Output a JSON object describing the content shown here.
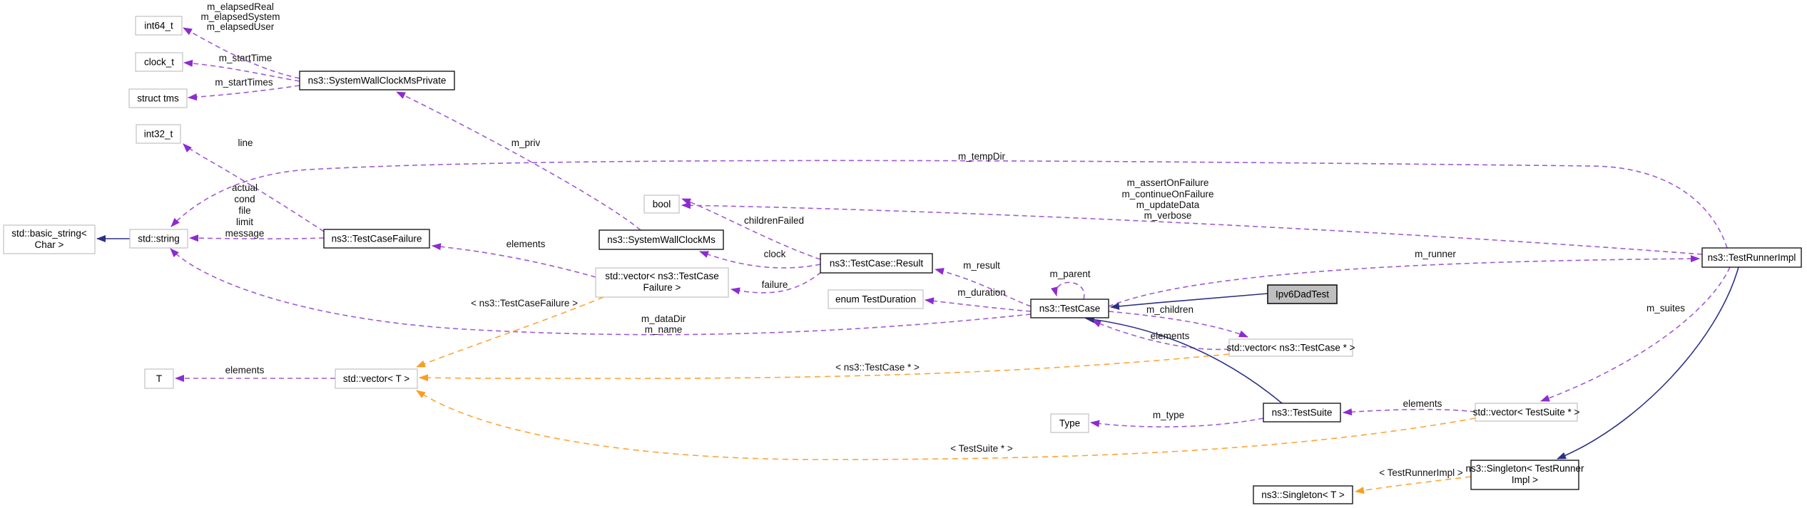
{
  "colors": {
    "usage_edge": "#a05ad5",
    "usage_arrow": "#8d2bd2",
    "template_edge": "#ffa432",
    "template_arrow": "#fb9d1f",
    "inherit_edge": "#2b3086",
    "node_border_main": "#1a1a1a",
    "node_border_plain": "#bcbcbc",
    "highlight_fill": "#bfbfbf"
  },
  "nodes": {
    "int64": {
      "label": "int64_t"
    },
    "clock_t": {
      "label": "clock_t"
    },
    "struct_tms": {
      "label": "struct tms"
    },
    "int32": {
      "label": "int32_t"
    },
    "swcm_private": {
      "label": "ns3::SystemWallClockMsPrivate"
    },
    "basic_string": {
      "line1": "std::basic_string<",
      "line2": "Char >"
    },
    "std_string": {
      "label": "std::string"
    },
    "test_case_failure": {
      "label": "ns3::TestCaseFailure"
    },
    "swcm": {
      "label": "ns3::SystemWallClockMs"
    },
    "bool": {
      "label": "bool"
    },
    "vector_tcf": {
      "line1": "std::vector< ns3::TestCase",
      "line2": "Failure >"
    },
    "test_case_result": {
      "label": "ns3::TestCase::Result"
    },
    "enum_test_duration": {
      "label": "enum TestDuration"
    },
    "test_case": {
      "label": "ns3::TestCase"
    },
    "ipv6_dad_test": {
      "label": "Ipv6DadTest"
    },
    "vector_test_case_ptr": {
      "label": "std::vector< ns3::TestCase * >"
    },
    "test_runner_impl": {
      "label": "ns3::TestRunnerImpl"
    },
    "t": {
      "label": "T"
    },
    "vector_t": {
      "label": "std::vector< T >"
    },
    "test_suite": {
      "label": "ns3::TestSuite"
    },
    "type": {
      "label": "Type"
    },
    "vector_test_suite_ptr": {
      "label": "std::vector< TestSuite * >"
    },
    "singleton_tri": {
      "line1": "ns3::Singleton< TestRunner",
      "line2": "Impl >"
    },
    "singleton_t": {
      "label": "ns3::Singleton< T >"
    }
  },
  "edge_labels": {
    "elapsed": [
      "m_elapsedReal",
      "m_elapsedSystem",
      "m_elapsedUser"
    ],
    "start_time": "m_startTime",
    "start_times": "m_startTimes",
    "line": "line",
    "m_priv": "m_priv",
    "m_temp_dir": "m_tempDir",
    "failure_fields": [
      "actual",
      "cond",
      "file",
      "limit",
      "message"
    ],
    "elements_tcf": "elements",
    "children_failed": "childrenFailed",
    "clock": "clock",
    "failure": "failure",
    "m_result": "m_result",
    "m_parent": "m_parent",
    "m_duration": "m_duration",
    "runner_flags": [
      "m_assertOnFailure",
      "m_continueOnFailure",
      "m_updateData",
      "m_verbose"
    ],
    "m_children": "m_children",
    "elements_tc": "elements",
    "m_runner": "m_runner",
    "m_suites": "m_suites",
    "name_fields": [
      "m_dataDir",
      "m_name"
    ],
    "tmpl_tcf": "< ns3::TestCaseFailure >",
    "tmpl_tc_ptr": "< ns3::TestCase * >",
    "tmpl_ts_ptr": "< TestSuite * >",
    "tmpl_tri": "< TestRunnerImpl >",
    "elements_t": "elements",
    "elements_ts": "elements",
    "m_type": "m_type"
  }
}
